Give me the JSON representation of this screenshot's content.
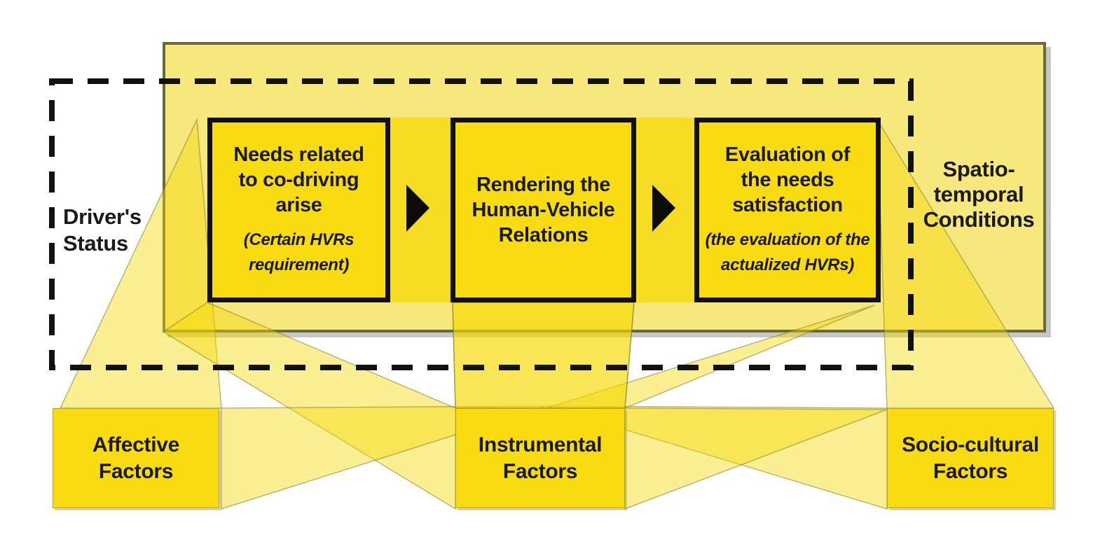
{
  "diagram": {
    "title_context": "Human-Vehicle Relations process diagram",
    "outer_region_label": "Spatio-\ntemporal\nConditions",
    "dashed_region_label": "Driver's\nStatus",
    "stages": [
      {
        "title": "Needs related\nto co-driving\narise",
        "subtitle": "(Certain HVRs\nrequirement)"
      },
      {
        "title": "Rendering the\nHuman-Vehicle\nRelations",
        "subtitle": ""
      },
      {
        "title": "Evaluation of\nthe needs\nsatisfaction",
        "subtitle": "(the evaluation of the\nactualized HVRs)"
      }
    ],
    "factors": [
      {
        "label": "Affective\nFactors"
      },
      {
        "label": "Instrumental\nFactors"
      },
      {
        "label": "Socio-cultural\nFactors"
      }
    ],
    "icons": {
      "flow_arrow": "filled-right-triangle-arrow"
    },
    "colors": {
      "canvas_bg": "#FFFFFF",
      "container_fill": "#F6E87D",
      "container_border": "#6B683B",
      "box_fill": "#F8DB10",
      "box_border": "#111111",
      "beam_fill": "rgba(245,216,0,0.42)",
      "beam_stroke": "rgba(135,125,50,0.55)",
      "band_fill": "rgba(245,216,0,0.72)",
      "dashed_color": "#111111",
      "text_color": "#1A1A1A",
      "factor_border": "#B3A52B",
      "shadow_color": "rgba(130,130,130,0.45)"
    }
  }
}
